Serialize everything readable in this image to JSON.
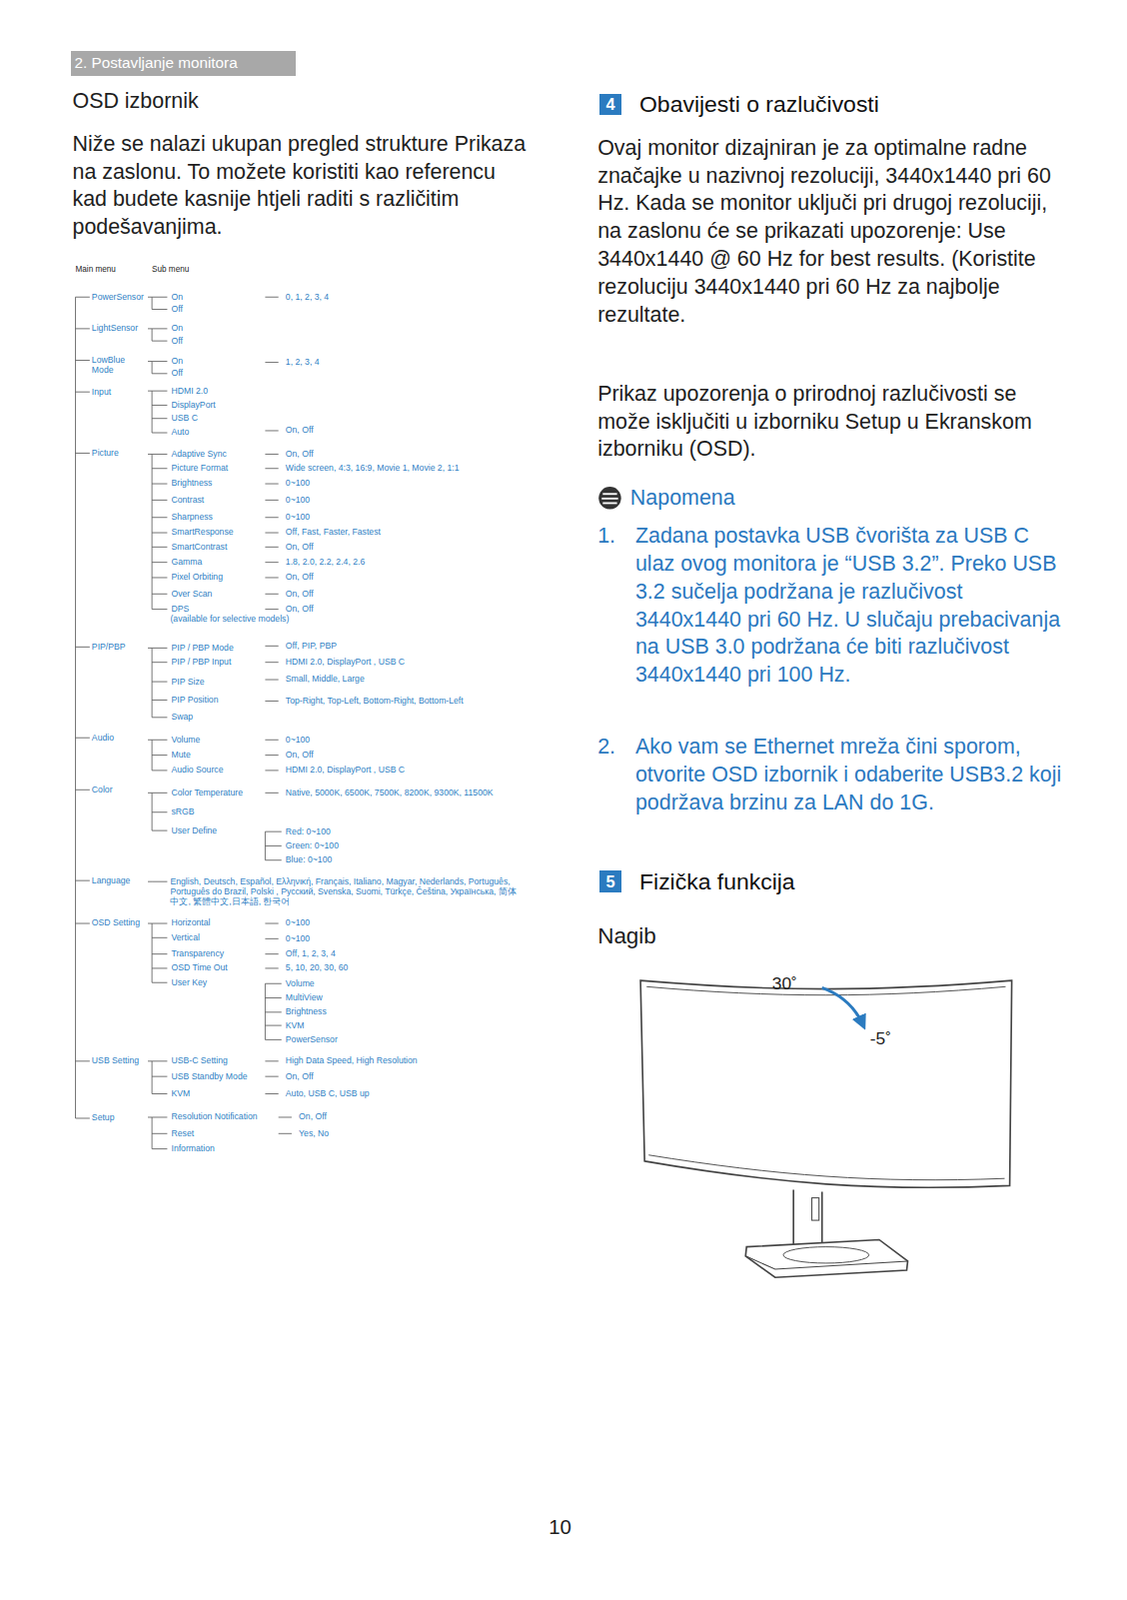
{
  "diagram": {
    "nodes": [
      {
        "text": [
          "2. Postavljanje monitora"
        ]
      },
      {
        "text": [
          "4",
          "Obavijesti o razlučivosti"
        ]
      },
      {
        "text": [
          "5",
          "Fizička funkcija"
        ]
      }
    ],
    "labels": [
      "OSD izbornik",
      "Niže se nalazi ukupan pregled strukture Prikaza na zaslonu. To možete koristiti kao referencu kad budete kasnije htjeli raditi s različitim podešavanjima.",
      "Main menu",
      "Sub menu",
      "PowerSensor",
      "On",
      "Off",
      "0, 1, 2, 3, 4",
      "LightSensor",
      "On",
      "Off",
      "LowBlue Mode",
      "On",
      "Off",
      "1, 2, 3, 4",
      "Input",
      "HDMI 2.0",
      "DisplayPort",
      "USB C",
      "Auto",
      "On, Off",
      "Picture",
      "Adaptive Sync",
      "On, Off",
      "Picture Format",
      "Wide screen, 4:3, 16:9,  Movie 1, Movie 2, 1:1",
      "Brightness",
      "0~100",
      "Contrast",
      "0~100",
      "Sharpness",
      "0~100",
      "SmartResponse",
      "Off, Fast, Faster, Fastest",
      "SmartContrast",
      "On, Off",
      "Gamma",
      "1.8, 2.0, 2.2, 2.4, 2.6",
      "Pixel Orbiting",
      "On, Off",
      "Over Scan",
      "On, Off",
      "DPS",
      "On, Off",
      "(available for selective models)",
      "PIP/PBP",
      "PIP / PBP Mode",
      "Off, PIP, PBP",
      "PIP / PBP Input",
      "HDMI 2.0, DisplayPort , USB C",
      "PIP Size",
      "Small, Middle, Large",
      "PIP Position",
      "Top-Right, Top-Left, Bottom-Right, Bottom-Left",
      "Swap",
      "Audio",
      "Volume",
      "0~100",
      "Mute",
      "On, Off",
      "Audio Source",
      "HDMI 2.0, DisplayPort , USB C",
      "Color",
      "Color Temperature",
      "Native, 5000K, 6500K, 7500K, 8200K, 9300K, 11500K",
      "sRGB",
      "User Define",
      "Red: 0~100",
      "Green: 0~100",
      "Blue: 0~100",
      "Language",
      "English, Deutsch, Español, Ελληνική, Français, Italiano, Magyar, Nederlands, Português, Português do Brazil, Polski , Русский, Svenska, Suomi, Türkçe, Čeština, Українська, 简体中文, 繁體中文,日本語, 한국어",
      "OSD Setting",
      "Horizontal",
      "0~100",
      "Vertical",
      "0~100",
      "Transparency",
      "Off, 1, 2, 3, 4",
      "OSD Time Out",
      "5, 10, 20, 30, 60",
      "User Key",
      "Volume",
      "MultiView",
      "Brightness",
      "KVM",
      "PowerSensor",
      "USB Setting",
      "USB-C Setting",
      "High Data Speed, High Resolution",
      "USB Standby Mode",
      "On, Off",
      "KVM",
      "Auto, USB C, USB up",
      "Setup",
      "Resolution Notification",
      "On, Off",
      "Reset",
      "Yes, No",
      "Information",
      "Ovaj monitor dizajniran je za optimalne radne značajke u nazivnoj rezoluciji, 3440x1440 pri 60 Hz. Kada se monitor uključi pri drugoj rezoluciji, na zaslonu će se prikazati upozorenje: Use 3440x1440 @ 60 Hz for best results. (Koristite rezoluciju 3440x1440 pri 60 Hz za najbolje rezultate.",
      "Prikaz upozorenja o prirodnoj razlučivosti se može isključiti u izborniku Setup u Ekranskom izborniku (OSD).",
      "Napomena",
      "1.",
      "Zadana postavka USB čvorišta za USB C ulaz ovog monitora je “USB 3.2”. Preko USB 3.2 sučelja podržana je razlučivost 3440x1440 pri 60 Hz. U slučaju prebacivanja na USB 3.0 podržana će biti razlučivost 3440x1440 pri 100 Hz.",
      "2.",
      "Ako vam se Ethernet mreža čini sporom, otvorite OSD izbornik i odaberite USB3.2 koji podržava brzinu za LAN do 1G.",
      "Nagib",
      "30˚",
      "-5˚",
      "10"
    ]
  }
}
